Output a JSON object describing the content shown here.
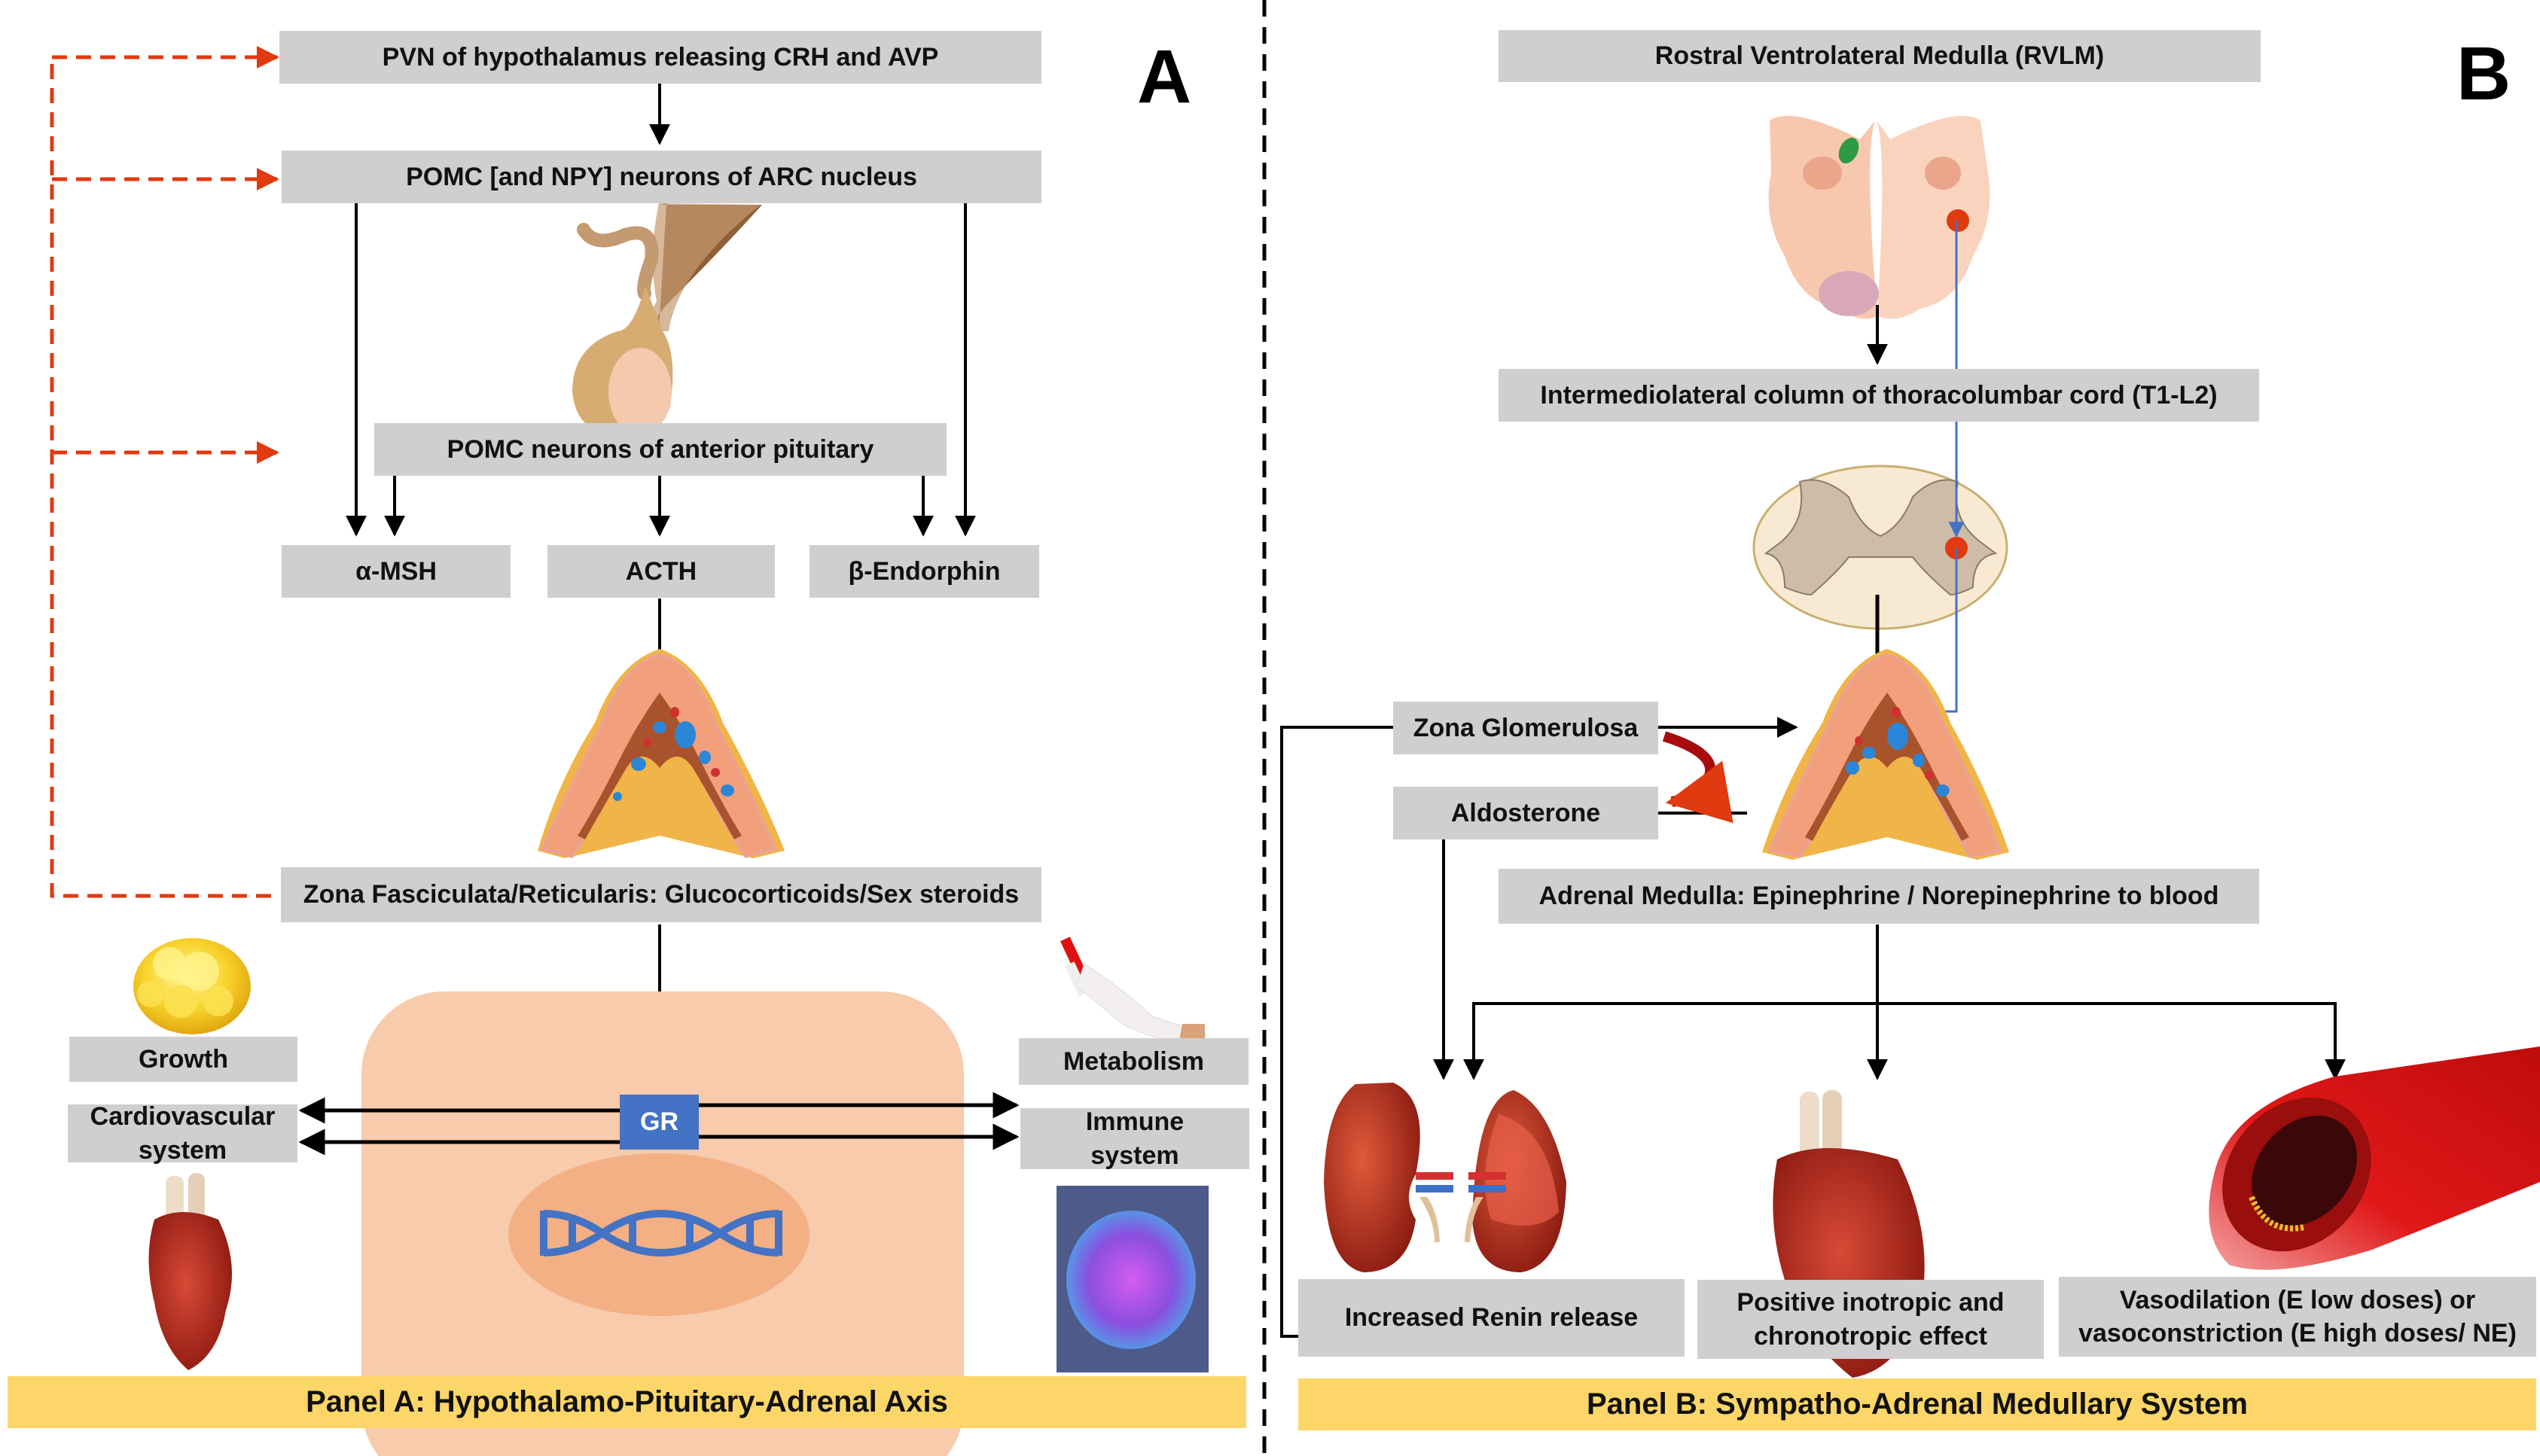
{
  "panel_a": {
    "letter": "A",
    "banner": "Panel A: Hypothalamo-Pituitary-Adrenal Axis",
    "boxes": {
      "pvn": "PVN of hypothalamus releasing CRH and AVP",
      "pomc_arc": "POMC [and NPY] neurons of ARC nucleus",
      "pomc_pituitary": "POMC neurons of anterior pituitary",
      "msh": "α-MSH",
      "acth": "ACTH",
      "endorphin": "β-Endorphin",
      "zona_fasciculata": "Zona Fasciculata/Reticularis: Glucocorticoids/Sex steroids",
      "growth": "Growth",
      "cardiovascular": "Cardiovascular system",
      "metabolism": "Metabolism",
      "immune": "Immune system"
    },
    "receptor": "GR",
    "illustrations": [
      "pituitary-gland",
      "adrenal-gland",
      "fat-cell-cluster",
      "heart",
      "blood-sample-tube",
      "immune-cell",
      "cell-with-nucleus",
      "dna-helix"
    ]
  },
  "panel_b": {
    "letter": "B",
    "banner": "Panel B: Sympatho-Adrenal Medullary System",
    "boxes": {
      "rvlm": "Rostral Ventrolateral Medulla (RVLM)",
      "iml": "Intermediolateral column of thoracolumbar cord (T1-L2)",
      "zona_glomerulosa": "Zona Glomerulosa",
      "aldosterone": "Aldosterone",
      "adrenal_medulla": "Adrenal Medulla: Epinephrine / Norepinephrine to blood",
      "renin": "Increased Renin release",
      "inotropic": "Positive inotropic and chronotropic effect",
      "vascular": "Vasodilation (E low doses) or vasoconstriction (E high doses/ NE)"
    },
    "illustrations": [
      "medulla-cross-section",
      "spinal-cord-cross-section",
      "adrenal-gland",
      "kidneys",
      "heart",
      "blood-vessel"
    ]
  },
  "colors": {
    "box_gray": "#d0cecf",
    "banner_yellow": "#fcd668",
    "feedback_red": "#e03a10",
    "gr_blue": "#4472c4",
    "neural_blue": "#4472c4",
    "cell_peach": "#f7cbac",
    "nucleus_orange": "#f2b084"
  }
}
